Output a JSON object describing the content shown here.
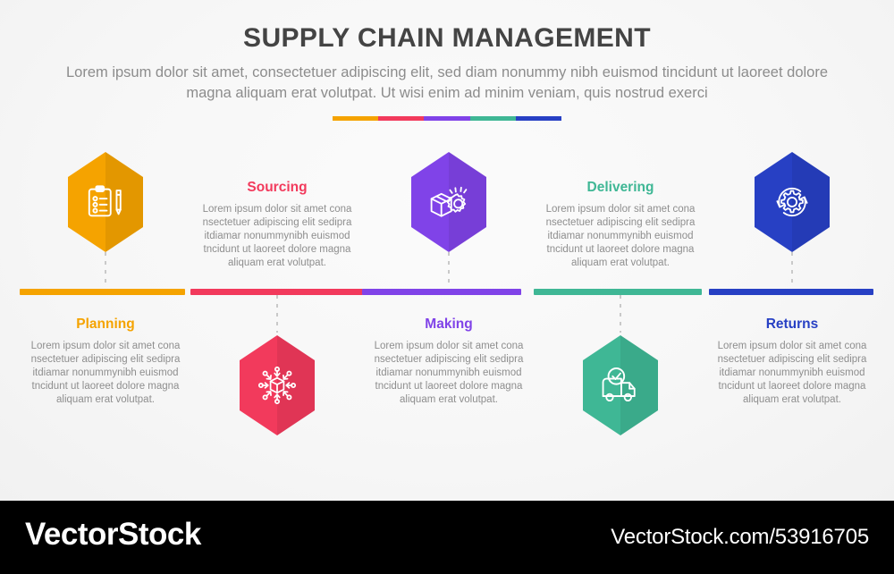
{
  "header": {
    "title": "SUPPLY CHAIN MANAGEMENT",
    "subtitle": "Lorem ipsum dolor sit amet, consectetuer adipiscing elit, sed diam nonummy nibh euismod tincidunt ut laoreet dolore magna aliquam erat volutpat. Ut wisi enim ad minim veniam, quis nostrud exerci"
  },
  "divider": {
    "segments": [
      {
        "color": "#f5a300"
      },
      {
        "color": "#f23a5c"
      },
      {
        "color": "#8043e8"
      },
      {
        "color": "#3fb795"
      },
      {
        "color": "#2740c4"
      }
    ]
  },
  "body_text": "Lorem ipsum dolor sit amet cona nsectetuer adipiscing elit sedipra itdiamar nonummynibh euismod tncidunt ut laoreet dolore magna aliquam erat volutpat.",
  "steps": [
    {
      "id": "planning",
      "label": "Planning",
      "color": "#f5a300",
      "icon": "clipboard-checklist-pencil-icon",
      "position": "icon-top",
      "description": "Lorem ipsum dolor sit amet cona nsectetuer adipiscing elit sedipra itdiamar nonummynibh euismod tncidunt ut laoreet dolore magna aliquam erat volutpat."
    },
    {
      "id": "sourcing",
      "label": "Sourcing",
      "color": "#f23a5c",
      "icon": "box-network-arrows-icon",
      "position": "icon-bottom",
      "description": "Lorem ipsum dolor sit amet cona nsectetuer adipiscing elit sedipra itdiamar nonummynibh euismod tncidunt ut laoreet dolore magna aliquam erat volutpat."
    },
    {
      "id": "making",
      "label": "Making",
      "color": "#8043e8",
      "icon": "box-gear-icon",
      "position": "icon-top",
      "description": "Lorem ipsum dolor sit amet cona nsectetuer adipiscing elit sedipra itdiamar nonummynibh euismod tncidunt ut laoreet dolore magna aliquam erat volutpat."
    },
    {
      "id": "delivering",
      "label": "Delivering",
      "color": "#3fb795",
      "icon": "delivery-truck-check-icon",
      "position": "icon-bottom",
      "description": "Lorem ipsum dolor sit amet cona nsectetuer adipiscing elit sedipra itdiamar nonummynibh euismod tncidunt ut laoreet dolore magna aliquam erat volutpat."
    },
    {
      "id": "returns",
      "label": "Returns",
      "color": "#2740c4",
      "icon": "gear-refresh-arrows-icon",
      "position": "icon-top",
      "description": "Lorem ipsum dolor sit amet cona nsectetuer adipiscing elit sedipra itdiamar nonummynibh euismod tncidunt ut laoreet dolore magna aliquam erat volutpat."
    }
  ],
  "watermark": {
    "logo": "VectorStock",
    "url": "VectorStock.com/53916705"
  }
}
